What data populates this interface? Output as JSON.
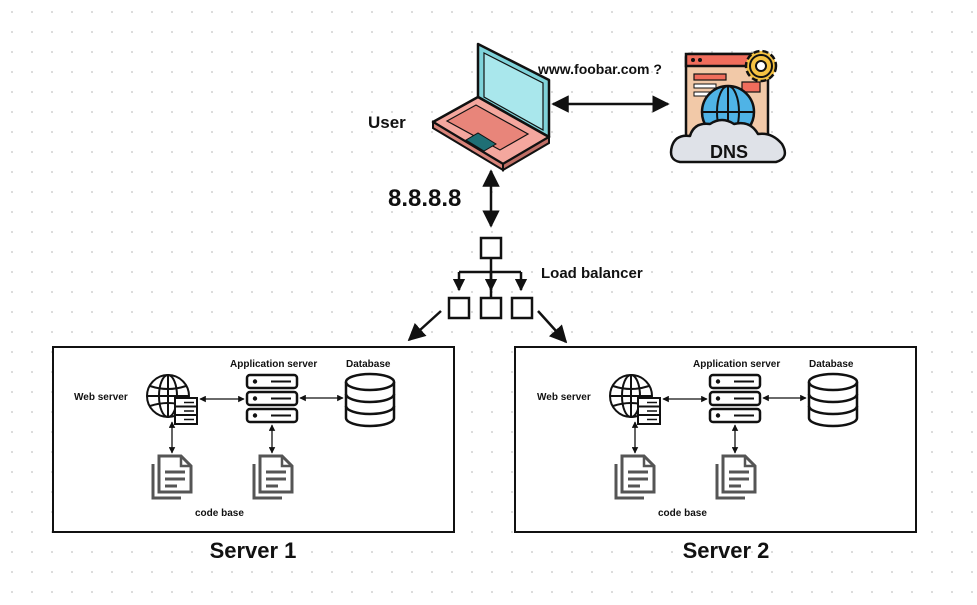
{
  "labels": {
    "user": "User",
    "dns_query": "www.foobar.com ?",
    "dns": "DNS",
    "ip": "8.8.8.8",
    "load_balancer": "Load balancer"
  },
  "servers": [
    {
      "title": "Server 1",
      "web_server": "Web server",
      "app_server": "Application server",
      "database": "Database",
      "code_base": "code base"
    },
    {
      "title": "Server 2",
      "web_server": "Web server",
      "app_server": "Application server",
      "database": "Database",
      "code_base": "code base"
    }
  ],
  "colors": {
    "laptop_screen": "#7fd3da",
    "laptop_body": "#f4a79e",
    "dns_window": "#f2c9a8",
    "dns_titlebar": "#f06d5c",
    "dns_globe": "#4fb3e6",
    "dns_gear": "#f5c242",
    "cloud": "#dfe2e8",
    "stroke": "#111111"
  }
}
